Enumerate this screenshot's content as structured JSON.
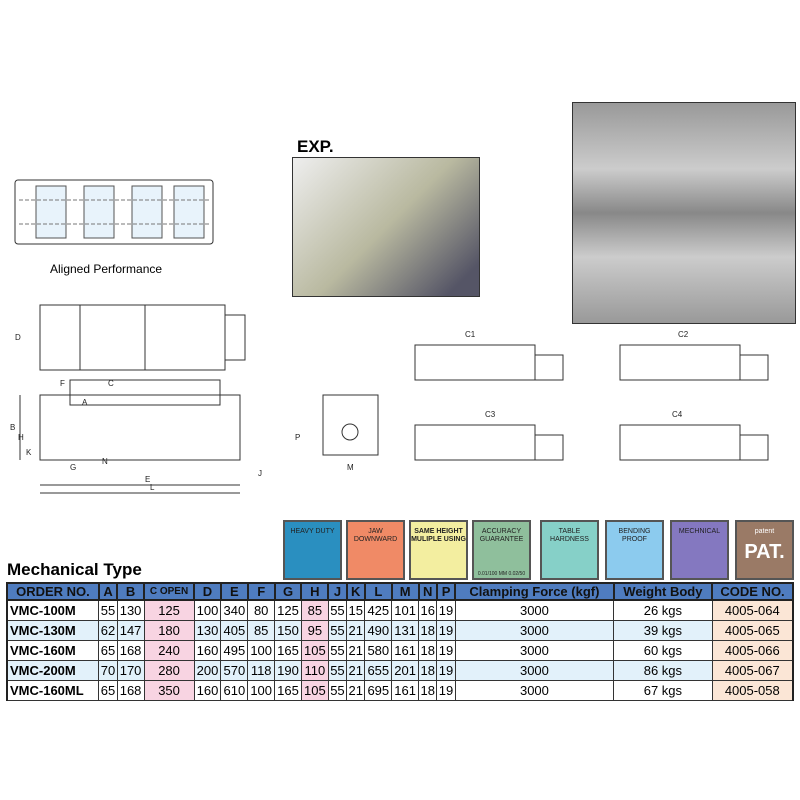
{
  "labels": {
    "aligned": "Aligned Performance",
    "exp": "EXP.",
    "section_title": "Mechanical Type"
  },
  "dims": [
    "D",
    "F",
    "C",
    "A",
    "H",
    "B",
    "K",
    "G",
    "N",
    "E",
    "L",
    "J",
    "P",
    "M",
    "C1",
    "C2",
    "C3",
    "C4"
  ],
  "badges": [
    {
      "label": "HEAVY DUTY",
      "color": "#2a8fc0"
    },
    {
      "label": "JAW DOWNWARD",
      "color": "#f08a66"
    },
    {
      "label": "SAME HEIGHT MULIPLE USING",
      "color": "#f3eea0"
    },
    {
      "label": "ACCURACY GUARANTEE",
      "sub1": "0.01/100 MM",
      "sub2": "0.02/50",
      "color": "#8fbf9c"
    },
    {
      "label": "TABLE HARDNESS",
      "color": "#86d0c8"
    },
    {
      "label": "BENDING PROOF",
      "color": "#8ccbee"
    },
    {
      "label": "MECHNICAL",
      "color": "#8478c0"
    },
    {
      "label": "patent",
      "big": "PAT.",
      "color": "#9a7a66"
    }
  ],
  "table": {
    "headers": [
      "ORDER NO.",
      "A",
      "B",
      "C OPEN",
      "D",
      "E",
      "F",
      "G",
      "H",
      "J",
      "K",
      "L",
      "M",
      "N",
      "P",
      "Clamping Force (kgf)",
      "Weight Body",
      "CODE NO."
    ],
    "rows": [
      [
        "VMC-100M",
        "55",
        "130",
        "125",
        "100",
        "340",
        "80",
        "125",
        "85",
        "55",
        "15",
        "425",
        "101",
        "16",
        "19",
        "3000",
        "26 kgs",
        "4005-064"
      ],
      [
        "VMC-130M",
        "62",
        "147",
        "180",
        "130",
        "405",
        "85",
        "150",
        "95",
        "55",
        "21",
        "490",
        "131",
        "18",
        "19",
        "3000",
        "39 kgs",
        "4005-065"
      ],
      [
        "VMC-160M",
        "65",
        "168",
        "240",
        "160",
        "495",
        "100",
        "165",
        "105",
        "55",
        "21",
        "580",
        "161",
        "18",
        "19",
        "3000",
        "60 kgs",
        "4005-066"
      ],
      [
        "VMC-200M",
        "70",
        "170",
        "280",
        "200",
        "570",
        "118",
        "190",
        "110",
        "55",
        "21",
        "655",
        "201",
        "18",
        "19",
        "3000",
        "86 kgs",
        "4005-067"
      ],
      [
        "VMC-160ML",
        "65",
        "168",
        "350",
        "160",
        "610",
        "100",
        "165",
        "105",
        "55",
        "21",
        "695",
        "161",
        "18",
        "19",
        "3000",
        "67 kgs",
        "4005-058"
      ]
    ]
  }
}
